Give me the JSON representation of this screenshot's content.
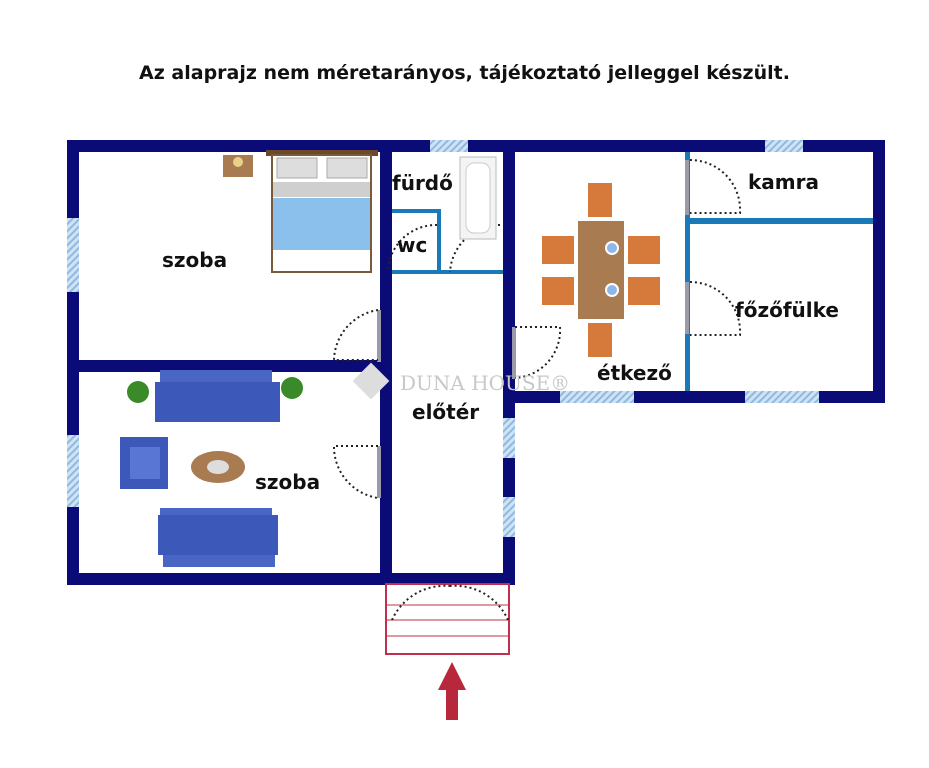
{
  "title": "Az alaprajz nem méretarányos, tájékoztató jelleggel készült.",
  "rooms": {
    "szoba1": "szoba",
    "furdo": "fürdő",
    "wc": "wc",
    "eloter": "előtér",
    "szoba2": "szoba",
    "kamra": "kamra",
    "fozofulke": "főzőfülke",
    "etkezo": "étkező"
  },
  "watermark": "DUNA HOUSE®",
  "colors": {
    "wall": "#0b0b78",
    "inner_wall": "#1a7ab8",
    "entrance": "#c0304a"
  }
}
